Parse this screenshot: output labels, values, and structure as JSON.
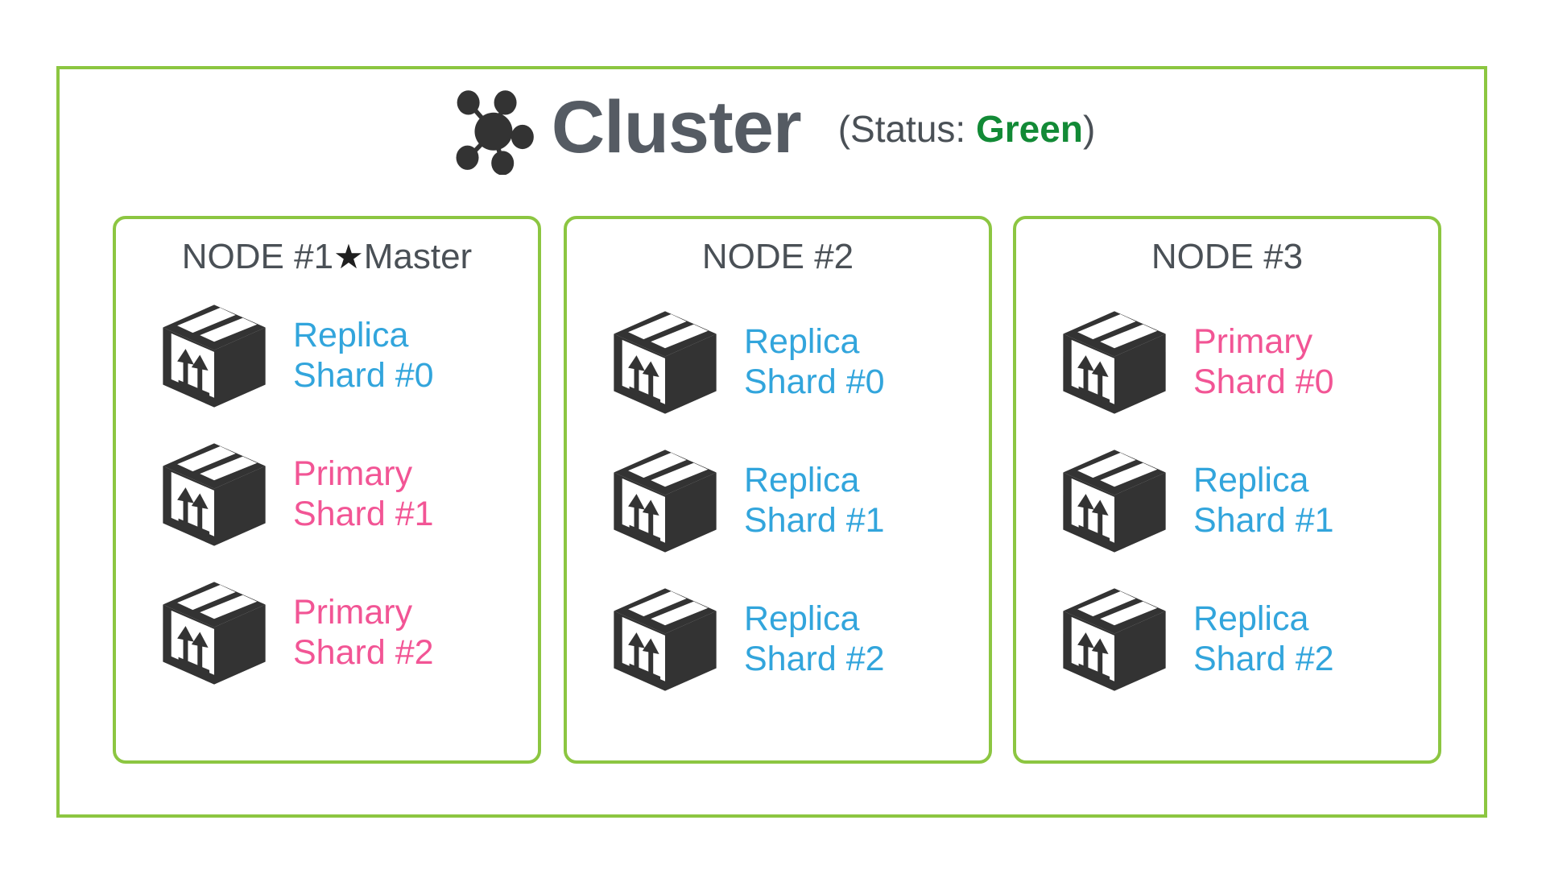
{
  "cluster": {
    "icon": "cluster-network-icon",
    "title": "Cluster",
    "status_prefix": "(Status: ",
    "status_value": "Green",
    "status_suffix": ")"
  },
  "colors": {
    "frame_green": "#8CC641",
    "title_gray": "#555B63",
    "status_green": "#128A36",
    "replica_blue": "#32A5DC",
    "primary_pink": "#F25595",
    "box_dark": "#333333"
  },
  "nodes": [
    {
      "title_text": "NODE #1",
      "master_marker": "★",
      "master_label": "Master",
      "is_master": true,
      "shards": [
        {
          "role": "Replica",
          "shard": "Shard #0",
          "type": "replica",
          "icon": "package-box-icon"
        },
        {
          "role": "Primary",
          "shard": "Shard #1",
          "type": "primary",
          "icon": "package-box-icon"
        },
        {
          "role": "Primary",
          "shard": "Shard #2",
          "type": "primary",
          "icon": "package-box-icon"
        }
      ]
    },
    {
      "title_text": "NODE #2",
      "master_marker": "",
      "master_label": "",
      "is_master": false,
      "shards": [
        {
          "role": "Replica",
          "shard": "Shard #0",
          "type": "replica",
          "icon": "package-box-icon"
        },
        {
          "role": "Replica",
          "shard": "Shard #1",
          "type": "replica",
          "icon": "package-box-icon"
        },
        {
          "role": "Replica",
          "shard": "Shard #2",
          "type": "replica",
          "icon": "package-box-icon"
        }
      ]
    },
    {
      "title_text": "NODE #3",
      "master_marker": "",
      "master_label": "",
      "is_master": false,
      "shards": [
        {
          "role": "Primary",
          "shard": "Shard #0",
          "type": "primary",
          "icon": "package-box-icon"
        },
        {
          "role": "Replica",
          "shard": "Shard #1",
          "type": "replica",
          "icon": "package-box-icon"
        },
        {
          "role": "Replica",
          "shard": "Shard #2",
          "type": "replica",
          "icon": "package-box-icon"
        }
      ]
    }
  ]
}
